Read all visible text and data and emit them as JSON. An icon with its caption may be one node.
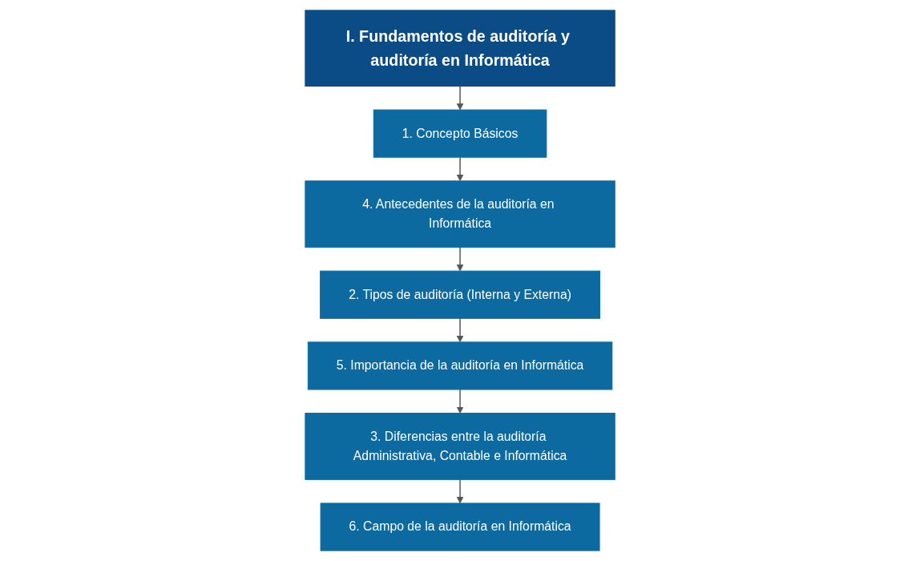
{
  "diagram": {
    "nodes": [
      {
        "text": [
          "I. Fundamentos de auditoría y auditoría en Informática"
        ]
      },
      {
        "text": [
          "1. Concepto Básicos"
        ]
      },
      {
        "text": [
          "2. Tipos de auditoría (Interna y Externa)"
        ]
      },
      {
        "text": [
          "3. Diferencias entre la auditoría Administrativa, Contable e Informática"
        ]
      },
      {
        "text": [
          "4. Antecedentes de la auditoría en Informática"
        ]
      },
      {
        "text": [
          "5. Importancia de la auditoría en Informática"
        ]
      },
      {
        "text": [
          "6. Campo de la auditoría en Informática"
        ]
      }
    ],
    "edges": [
      {
        "from": 0,
        "to": 1,
        "arrow": "to"
      },
      {
        "from": 1,
        "to": 4,
        "arrow": "to"
      },
      {
        "from": 4,
        "to": 2,
        "arrow": "to"
      },
      {
        "from": 2,
        "to": 5,
        "arrow": "to"
      },
      {
        "from": 5,
        "to": 3,
        "arrow": "to"
      },
      {
        "from": 3,
        "to": 6,
        "arrow": "to"
      }
    ]
  }
}
